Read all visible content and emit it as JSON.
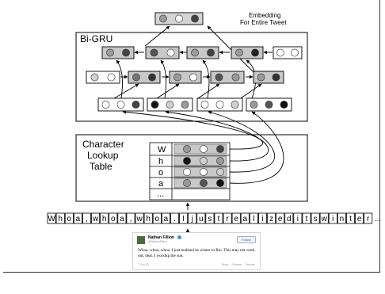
{
  "labels": {
    "embedding": [
      "Embedding",
      "For Entire Tweet"
    ],
    "bigru": "Bi-GRU",
    "lookup": [
      "Character",
      "Lookup",
      "Table"
    ]
  },
  "lookup_table": {
    "chars": [
      "W",
      "h",
      "o",
      "a",
      "..."
    ],
    "colors": {
      "W": [
        "#9a9a9a",
        "#ffffff",
        "#444444"
      ],
      "h": [
        "#111111",
        "#cfcfcf",
        "#9a9a9a"
      ],
      "o": [
        "#ffffff",
        "#ffffff",
        "#cfcfcf"
      ],
      "a": [
        "#9a9a9a",
        "#555555",
        "#111111"
      ]
    }
  },
  "char_sequence": [
    "W",
    "h",
    "o",
    "a",
    ",",
    "w",
    "h",
    "o",
    "a",
    ",",
    "w",
    "h",
    "o",
    "a",
    ".",
    "I",
    "j",
    "u",
    "s",
    "t",
    "r",
    "e",
    "a",
    "l",
    "i",
    "z",
    "e",
    "d",
    "i",
    "t",
    "s",
    "w",
    "i",
    "n",
    "t",
    "e",
    "r"
  ],
  "sequence_ellipsis": "...",
  "tweet": {
    "name": "Nathan Fillion",
    "handle": "@NathanFillion",
    "follow": "Follow",
    "text": "Whoa, whoa, whoa. I just realized its winter in Rio. This may not work out, dear. I worship the sun.",
    "date": "7 Jun 10",
    "actions": [
      "Reply",
      "Retweet",
      "Favorite"
    ]
  }
}
